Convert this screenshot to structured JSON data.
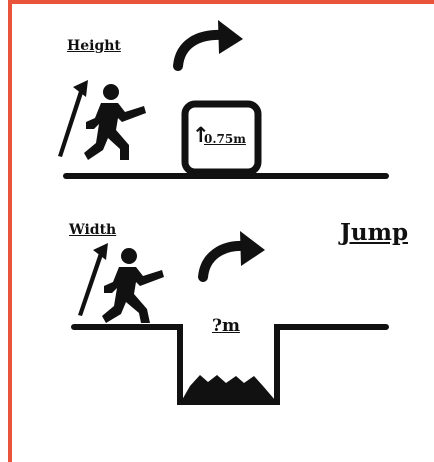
{
  "height_scene": {
    "title": "Height",
    "obstacle_value": "0.75m"
  },
  "width_scene": {
    "title": "Width",
    "gap_value": "?m"
  },
  "action_label": "Jump",
  "colors": {
    "border_accent": "#e8553a",
    "ink": "#111111",
    "background": "#ffffff"
  },
  "icons": [
    "running-person-icon",
    "jump-arrow-icon",
    "up-arrow-icon",
    "spikes-icon"
  ]
}
